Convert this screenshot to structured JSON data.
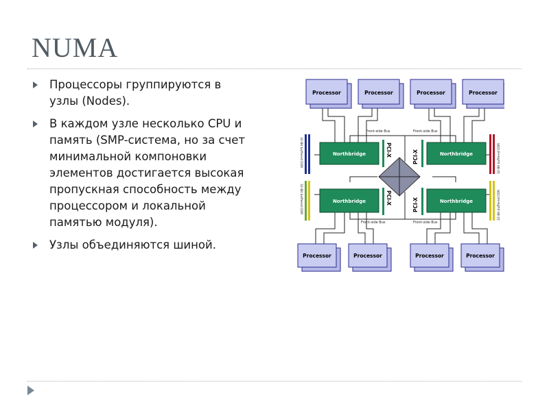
{
  "slide": {
    "title": "NUMA",
    "bullets": [
      "Процессоры группируются в узлы (Nodes).",
      "В каждом узле несколько CPU и память (SMP-система, но за счет минимальной компоновки элементов достигается высокая пропускная способность между процессором и локальной памятью модуля).",
      "Узлы объединяются шиной."
    ]
  },
  "diagram": {
    "processor_label": "Processor",
    "northbridge_label": "Northbridge",
    "fsb_label": "Front-side Bus",
    "pcix_label": "PCI-X",
    "memory_label": "32-Bit buffered DDR",
    "colors": {
      "processor_fill": "#c9cdf2",
      "processor_border": "#2a2a8a",
      "northbridge_fill": "#1f8a5a",
      "hub_fill": "#8a8fa6",
      "memory_blue": "#1f2f8f",
      "memory_red": "#b0182a",
      "memory_green": "#6aa832",
      "memory_yellow": "#d4c21a"
    }
  }
}
